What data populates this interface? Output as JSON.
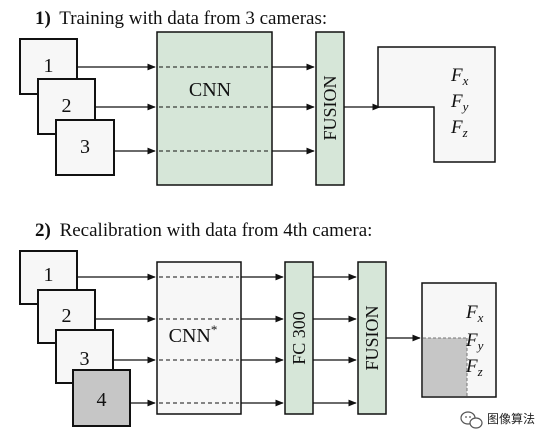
{
  "section1": {
    "number": "1)",
    "title": "Training with data from 3 cameras:",
    "cameras": [
      "1",
      "2",
      "3"
    ],
    "cnn_label": "CNN",
    "fusion_label": "FUSION",
    "outputs": [
      {
        "base": "F",
        "sub": "x"
      },
      {
        "base": "F",
        "sub": "y"
      },
      {
        "base": "F",
        "sub": "z"
      }
    ]
  },
  "section2": {
    "number": "2)",
    "title": "Recalibration with data from 4th camera:",
    "cameras": [
      "1",
      "2",
      "3",
      "4"
    ],
    "cnn_label": "CNN",
    "cnn_star": "*",
    "fc_label": "FC 300",
    "fusion_label": "FUSION",
    "outputs": [
      {
        "base": "F",
        "sub": "x"
      },
      {
        "base": "F",
        "sub": "y"
      },
      {
        "base": "F",
        "sub": "z"
      }
    ]
  },
  "watermark": {
    "text": "图像算法",
    "icon": "wechat-icon"
  },
  "colors": {
    "green_fill": "#d6e6d8",
    "light_fill": "#f7f7f7",
    "gray_fill": "#c6c6c6",
    "stroke": "#111111"
  }
}
